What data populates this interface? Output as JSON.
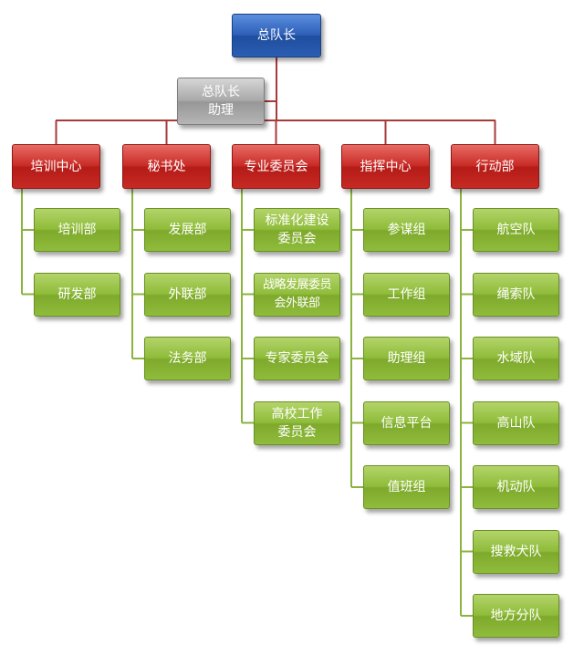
{
  "chief": "总队长",
  "assistant": "总队长\n助理",
  "colors": {
    "chief": "#2d5fb9",
    "assistant": "#a9a9a9",
    "department": "#c92b26",
    "unit": "#8fbc3a",
    "connector_top": "#a83a3a",
    "connector_branch": "#8ab43e"
  },
  "departments": [
    {
      "name": "培训中心",
      "units": [
        "培训部",
        "研发部"
      ]
    },
    {
      "name": "秘书处",
      "units": [
        "发展部",
        "外联部",
        "法务部"
      ]
    },
    {
      "name": "专业委员会",
      "units": [
        "标准化建设\n委员会",
        "战略发展委员\n会外联部",
        "专家委员会",
        "高校工作\n委员会"
      ]
    },
    {
      "name": "指挥中心",
      "units": [
        "参谋组",
        "工作组",
        "助理组",
        "信息平台",
        "值班组"
      ]
    },
    {
      "name": "行动部",
      "units": [
        "航空队",
        "绳索队",
        "水域队",
        "高山队",
        "机动队",
        "搜救犬队",
        "地方分队"
      ]
    }
  ]
}
